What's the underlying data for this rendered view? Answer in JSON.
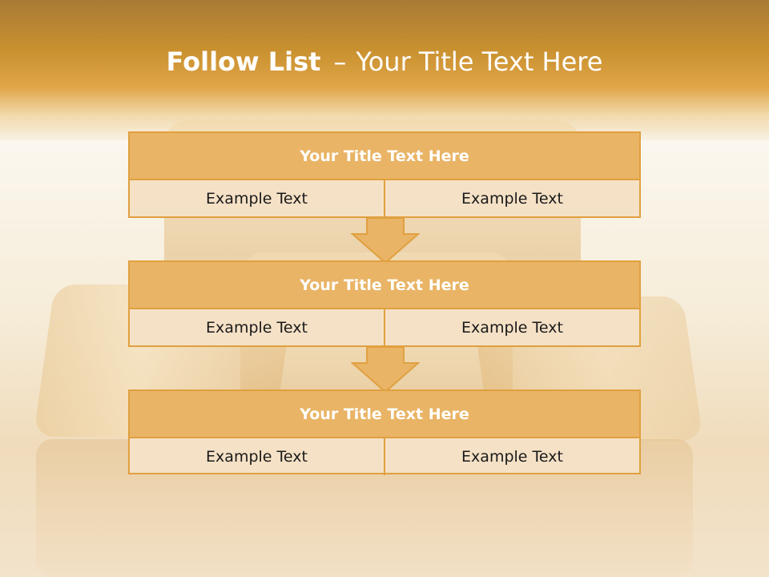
{
  "slide": {
    "title_bold": "Follow List",
    "title_dash": "–",
    "title_rest": "Your Title Text Here"
  },
  "steps": [
    {
      "header": "Your Title Text Here",
      "cells": [
        "Example Text",
        "Example Text"
      ]
    },
    {
      "header": "Your Title Text Here",
      "cells": [
        "Example Text",
        "Example Text"
      ]
    },
    {
      "header": "Your Title Text Here",
      "cells": [
        "Example Text",
        "Example Text"
      ]
    }
  ],
  "colors": {
    "accent": "#e0a040",
    "header_fill": "#e9b466",
    "cell_fill": "#f5e1c6",
    "arrow_fill": "#e9b466"
  },
  "icons": {
    "connector": "down-arrow-icon"
  }
}
